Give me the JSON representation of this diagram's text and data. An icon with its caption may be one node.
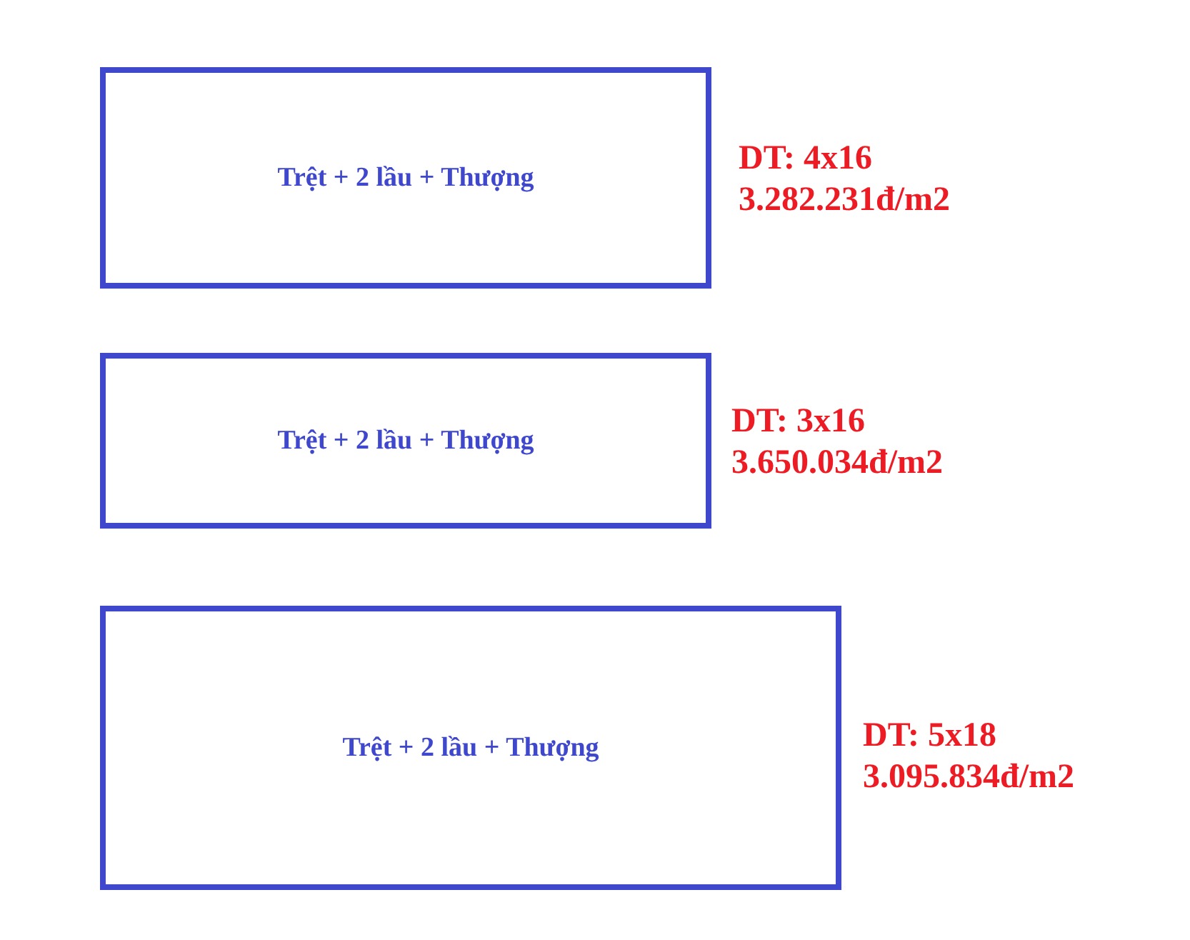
{
  "diagram": {
    "nodes": [
      {
        "text": [
          "Trệt + 2 lầu + Thượng"
        ],
        "beside": [
          "DT: 4x16",
          "3.282.231đ/m2"
        ]
      },
      {
        "text": [
          "Trệt + 2 lầu + Thượng"
        ],
        "beside": [
          "DT: 3x16",
          "3.650.034đ/m2"
        ]
      },
      {
        "text": [
          "Trệt + 2 lầu + Thượng"
        ],
        "beside": [
          "DT: 5x18",
          "3.095.834đ/m2"
        ]
      }
    ]
  }
}
